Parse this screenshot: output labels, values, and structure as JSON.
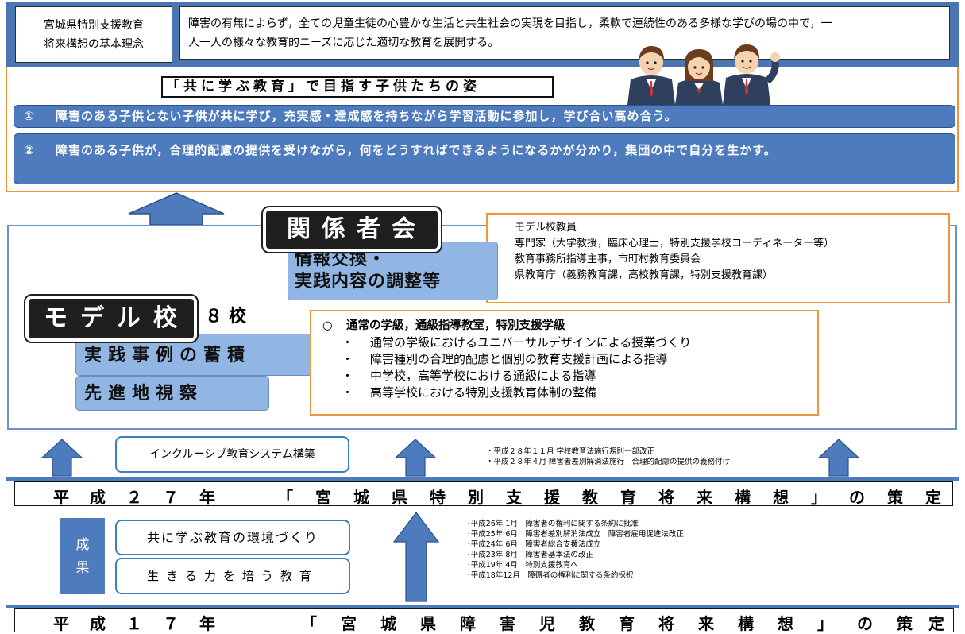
{
  "principle": {
    "label_lines": [
      "宮城県特別支援教育",
      "将来構想の基本理念"
    ],
    "text_lines": [
      "障害の有無によらず，全ての児童生徒の心豊かな生活と共生社会の実現を目指し，柔軟で連続性のある多様な学びの場の中で，一",
      "人一人の様々な教育的ニーズに応じた適切な教育を展開する。"
    ]
  },
  "aims": {
    "title": "「共に学ぶ教育」で目指す子供たちの姿",
    "item1": {
      "num": "①",
      "text": "障害のある子供とない子供が共に学び，充実感・達成感を持ちながら学習活動に参加し，学び合い高め合う。"
    },
    "item2": {
      "num": "②",
      "text": "障害のある子供が，合理的配慮の提供を受けながら，何をどうすればできるようになるかが分かり，集団の中で自分を生かす。"
    }
  },
  "committee": {
    "title": "関係者会",
    "task_lines": [
      "情報交換・",
      "実践内容の調整等"
    ],
    "members": [
      "モデル校教員",
      "専門家（大学教授，臨床心理士，特別支援学校コーディネーター等）",
      "教育事務所指導主事，市町村教育委員会",
      "県教育庁（義務教育課，高校教育課，特別支援教育課）"
    ]
  },
  "model_school": {
    "title": "モデル校",
    "count": "８校",
    "activities": [
      "実践事例の蓄積",
      "先進地視察"
    ],
    "classes_heading_mark": "○",
    "classes_heading": "通常の学級，通級指導教室，特別支援学級",
    "bullet": "・",
    "points": [
      "通常の学級におけるユニバーサルデザインによる授業づくり",
      "障害種別の合理的配慮と個別の教育支援計画による指導",
      "中学校，高等学校における通級による指導",
      "高等学校における特別支援教育体制の整備"
    ]
  },
  "h27": {
    "inclusive": "インクルーシブ教育システム構築",
    "notes": [
      "・平成２８年１１月 学校教育法施行規則一部改正",
      "・平成２８年４月 障害者差別解消法施行　合理的配慮の提供の義務付け"
    ],
    "bar_year": [
      "平",
      "成",
      "２",
      "７",
      "年"
    ],
    "bar_title": [
      "「",
      "宮",
      "城",
      "県",
      "特",
      "別",
      "支",
      "援",
      "教",
      "育",
      "将",
      "来",
      "構",
      "想",
      "」",
      "の",
      "策",
      "定"
    ]
  },
  "h17": {
    "seika": [
      "成",
      "果"
    ],
    "kankyo": "共に学ぶ教育の環境づくり",
    "ikiru": "生きる力を培う教育",
    "notes": [
      "･平成26年 1月　障害者の権利に関する条約に批准",
      "･平成25年 6月　障害者差別解消法成立　障害者雇用促進法改正",
      "･平成24年 6月　障害者総合支援法成立",
      "･平成23年 8月　障害者基本法の改正",
      "･平成19年 4月　特別支援教育へ",
      "･平成18年12月　障碍者の権利に関する条約採択"
    ],
    "bar_year": [
      "平",
      "成",
      "１",
      "７",
      "年"
    ],
    "bar_title": [
      "「",
      "宮",
      "城",
      "県",
      "障",
      "害",
      "児",
      "教",
      "育",
      "将",
      "来",
      "構",
      "想",
      "」",
      "の",
      "策",
      "定"
    ]
  },
  "colors": {
    "band_blue": "#4a76b2",
    "bar_blue": "#4e7bbd",
    "orange": "#f0963a",
    "soft_blue": "#92b6e4",
    "dark": "#1f1f1f"
  }
}
